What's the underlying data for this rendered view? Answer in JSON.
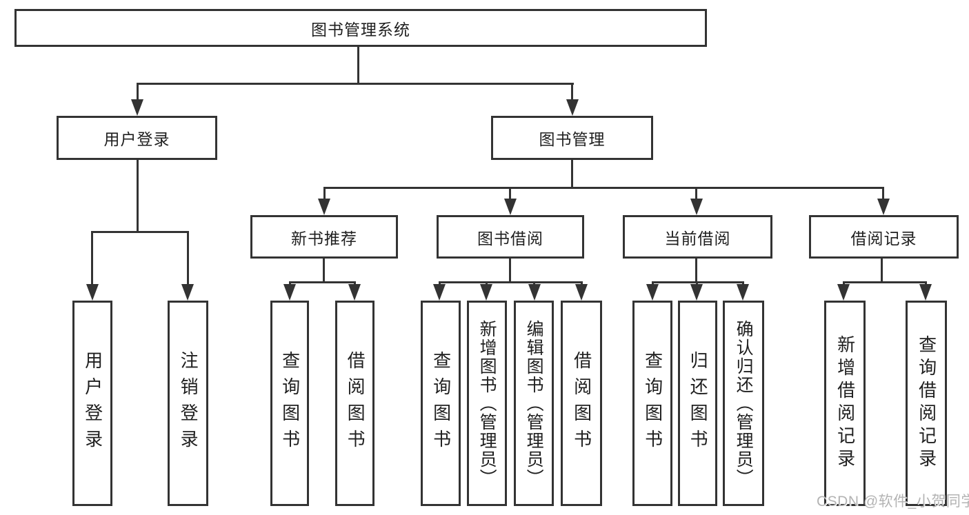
{
  "diagram": {
    "root": {
      "label": "图书管理系统"
    },
    "branches": [
      {
        "label": "用户登录",
        "children": [
          {
            "label": "用户登录"
          },
          {
            "label": "注销登录"
          }
        ]
      },
      {
        "label": "图书管理",
        "children": [
          {
            "label": "新书推荐",
            "children": [
              {
                "label": "查询图书"
              },
              {
                "label": "借阅图书"
              }
            ]
          },
          {
            "label": "图书借阅",
            "children": [
              {
                "label": "查询图书"
              },
              {
                "label": "新增图书（管理员）"
              },
              {
                "label": "编辑图书（管理员）"
              },
              {
                "label": "借阅图书"
              }
            ]
          },
          {
            "label": "当前借阅",
            "children": [
              {
                "label": "查询图书"
              },
              {
                "label": "归还图书"
              },
              {
                "label": "确认归还（管理员）"
              }
            ]
          },
          {
            "label": "借阅记录",
            "children": [
              {
                "label": "新增借阅记录"
              },
              {
                "label": "查询借阅记录"
              }
            ]
          }
        ]
      }
    ],
    "watermark": "CSDN @软件_小贺同学",
    "colors": {
      "line": "#333333",
      "text": "#1f1f1f",
      "background": "#ffffff",
      "watermark": "#b3b3b3"
    }
  }
}
